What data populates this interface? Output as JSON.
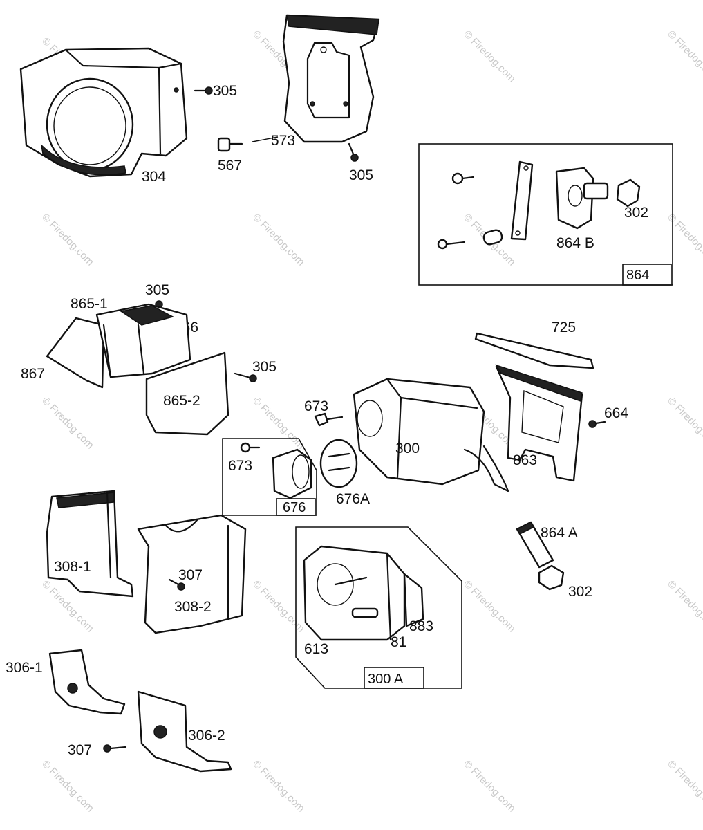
{
  "watermark": "© Firedog.com",
  "labels": {
    "l305a": "305",
    "l304": "304",
    "l573": "573",
    "l567": "567",
    "l305b": "305",
    "l302a": "302",
    "l864b": "864 B",
    "l864": "864",
    "l305c": "305",
    "l8651": "865-1",
    "l866": "866",
    "l867": "867",
    "l305d": "305",
    "l8652": "865-2",
    "l725": "725",
    "l673a": "673",
    "l300": "300",
    "l664": "664",
    "l673b": "673",
    "l863": "863",
    "l676": "676",
    "l676a": "676A",
    "l864a": "864 A",
    "l302b": "302",
    "l3081": "308-1",
    "l307a": "307",
    "l3082": "308-2",
    "l883": "883",
    "l613": "613",
    "l81": "81",
    "l300a": "300 A",
    "l3061": "306-1",
    "l307b": "307",
    "l3062": "306-2"
  }
}
